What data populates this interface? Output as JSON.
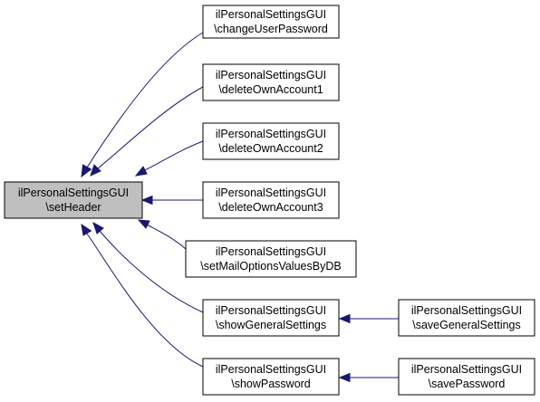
{
  "focus_node": {
    "line1": "ilPersonalSettingsGUI",
    "line2": "\\setHeader"
  },
  "callers": [
    {
      "line1": "ilPersonalSettingsGUI",
      "line2": "\\changeUserPassword"
    },
    {
      "line1": "ilPersonalSettingsGUI",
      "line2": "\\deleteOwnAccount1"
    },
    {
      "line1": "ilPersonalSettingsGUI",
      "line2": "\\deleteOwnAccount2"
    },
    {
      "line1": "ilPersonalSettingsGUI",
      "line2": "\\deleteOwnAccount3"
    },
    {
      "line1": "ilPersonalSettingsGUI",
      "line2": "\\setMailOptionsValuesByDB"
    },
    {
      "line1": "ilPersonalSettingsGUI",
      "line2": "\\showGeneralSettings"
    },
    {
      "line1": "ilPersonalSettingsGUI",
      "line2": "\\showPassword"
    }
  ],
  "second_level_callers": [
    {
      "line1": "ilPersonalSettingsGUI",
      "line2": "\\saveGeneralSettings"
    },
    {
      "line1": "ilPersonalSettingsGUI",
      "line2": "\\savePassword"
    }
  ],
  "colors": {
    "edge": "#191970",
    "focus_fill": "#bfbfbf",
    "node_fill": "#ffffff",
    "border": "#000000"
  }
}
